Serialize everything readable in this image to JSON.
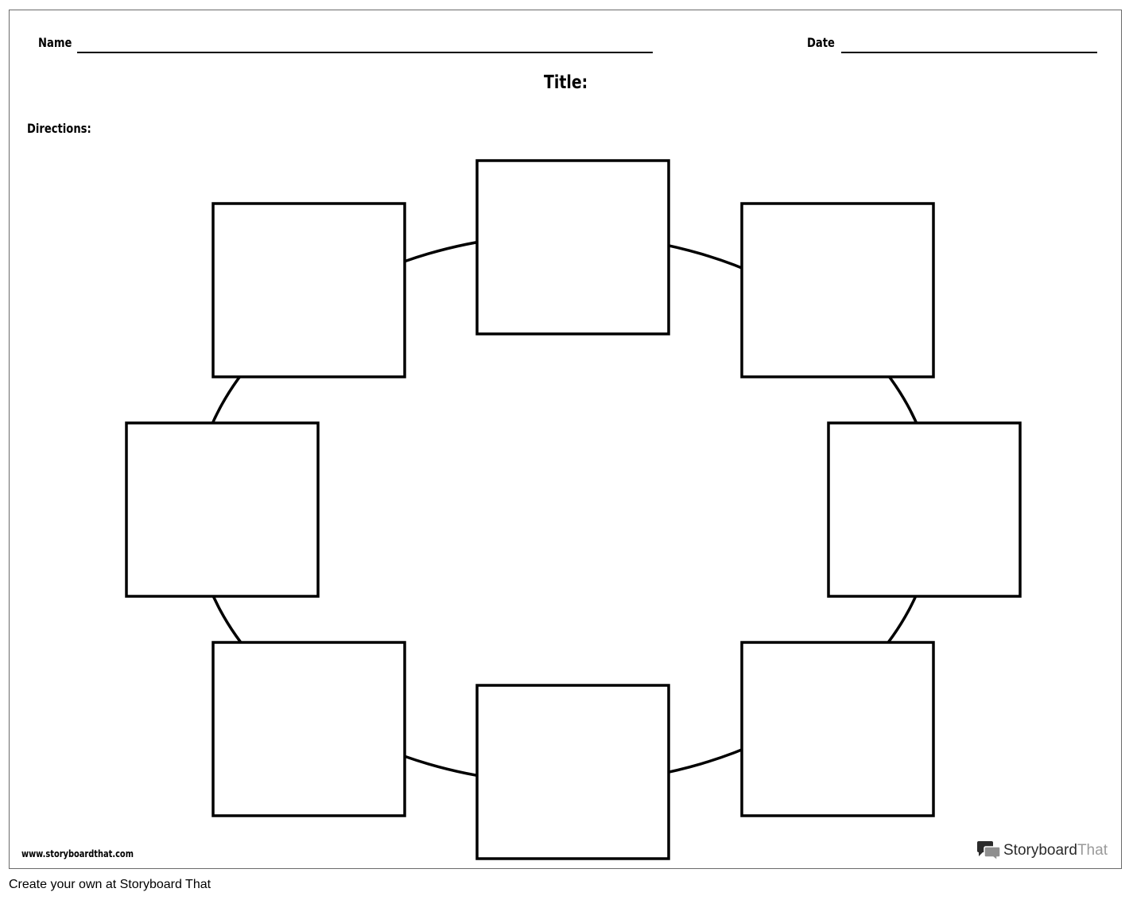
{
  "worksheet": {
    "name_label": "Name",
    "date_label": "Date",
    "title_label": "Title:",
    "directions_label": "Directions:",
    "footer_url": "www.storyboardthat.com",
    "brand": {
      "story": "Storyboard",
      "that": "That"
    }
  },
  "diagram": {
    "type": "cycle",
    "box_count": 8,
    "box_labels": [
      "",
      "",
      "",
      "",
      "",
      "",
      "",
      ""
    ]
  },
  "caption": "Create your own at Storyboard That"
}
